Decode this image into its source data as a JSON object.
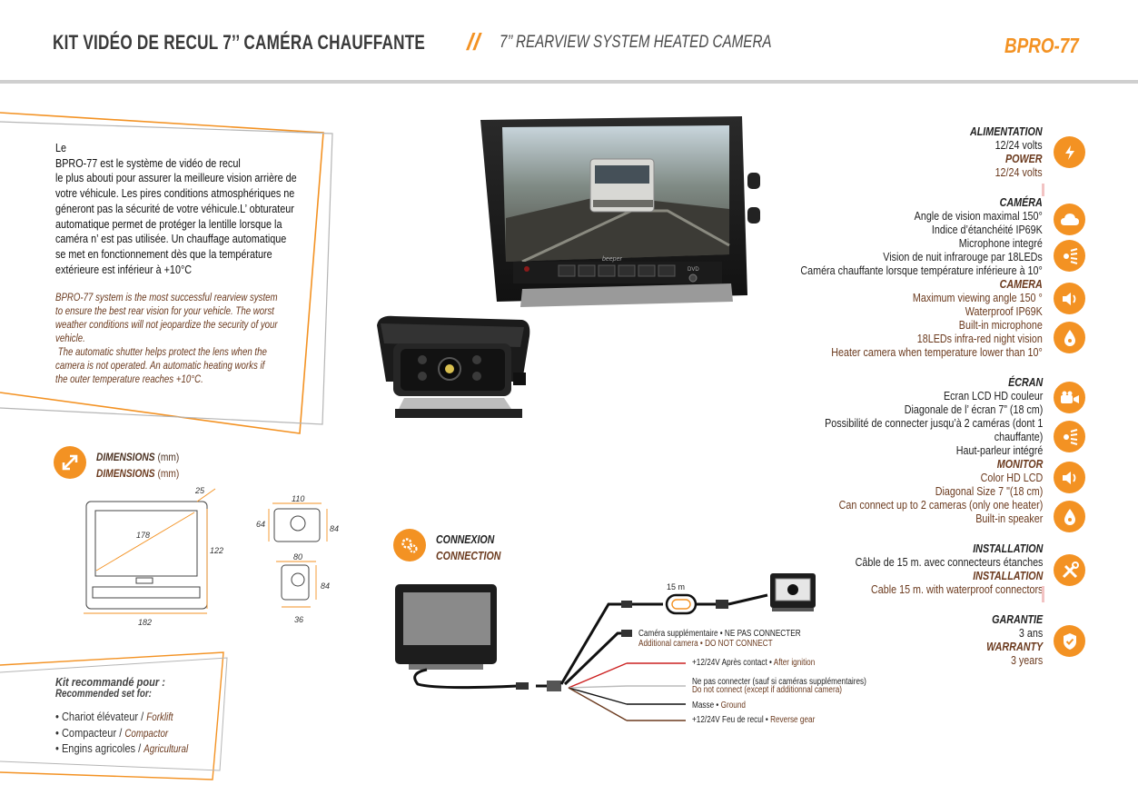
{
  "header": {
    "title_fr": "KIT VIDÉO DE RECUL 7’’ CAMÉRA CHAUFFANTE",
    "separator": "//",
    "title_en": "7’’ REARVIEW SYSTEM HEATED CAMERA",
    "ref": "BPRO-77"
  },
  "colors": {
    "accent": "#F39223",
    "brown": "#6B3A1E",
    "text": "#222222",
    "grey": "#4A4A4A",
    "rule": "#C8C8C8"
  },
  "intro": {
    "fr_lines": [
      "Le",
      "BPRO-77 est le système de vidéo de recul",
      "le plus abouti pour assurer la meilleure vision arrière de",
      "votre véhicule. Les pires conditions atmosphériques ne",
      "géneront pas la sécurité de votre véhicule.L’ obturateur",
      "automatique permet de protéger la lentille lorsque la",
      "caméra n’ est pas utilisée. Un chauffage automatique",
      "se met en fonctionnement dès que la température",
      "extérieure est inférieur à +10°C"
    ],
    "en_lines": [
      "BPRO-77 system is the most successful rearview system",
      "to ensure the best rear vision for your vehicle. The worst",
      "weather conditions will not jeopardize the security of your",
      "vehicle.",
      " The automatic shutter helps protect the lens when the",
      "camera is not operated. An automatic heating works if",
      "the outer temperature reaches +10°C."
    ]
  },
  "dimensions": {
    "title": "DIMENSIONS",
    "unit": "(mm)",
    "title_en": "DIMENSIONS",
    "unit_en": "(mm)",
    "monitor": {
      "depth": "25",
      "diag": "178",
      "height": "122",
      "width": "182"
    },
    "cam_top": {
      "width": "110",
      "height": "64",
      "height2": "84"
    },
    "cam_side": {
      "width": "80",
      "height": "84",
      "bottom": "36"
    }
  },
  "recommended": {
    "title_fr": "Kit recommandé pour :",
    "title_en": "Recommended set for:",
    "items": [
      {
        "fr": "• Chariot élévateur / ",
        "en": "Forklift"
      },
      {
        "fr": "• Compacteur / ",
        "en": "Compactor"
      },
      {
        "fr": "• Engins agricoles / ",
        "en": "Agricultural"
      }
    ]
  },
  "connection": {
    "title_fr": "CONNEXION",
    "title_en": "CONNECTION",
    "cable": "15 m",
    "labels": {
      "additional_fr": "Caméra supplémentaire • NE PAS CONNECTER",
      "additional_en": "Additional camera • DO NOT CONNECT",
      "ignition_fr": "+12/24V Après contact • ",
      "ignition_en": "After ignition",
      "nc_fr": "Ne pas connecter (sauf si caméras supplémentaires)",
      "nc_en": "Do not connect (except if additionnal camera)",
      "ground_fr": "Masse • ",
      "ground_en": "Ground",
      "reverse_fr": "+12/24V Feu de recul • ",
      "reverse_en": "Reverse gear"
    }
  },
  "monitor_brand": "beeper",
  "dvd_label": "DVD",
  "specs": {
    "power": {
      "title_fr": "ALIMENTATION",
      "fr": [
        "12/24 volts"
      ],
      "title_en": "POWER",
      "en": [
        "12/24 volts"
      ]
    },
    "camera": {
      "title_fr": "CAMÉRA",
      "fr": [
        "Angle de vision maximal 150°",
        "Indice d’étanchéité IP69K",
        "Microphone integré",
        "Vision de nuit infrarouge par 18LEDs",
        "Caméra chauffante lorsque température inférieure à 10°"
      ],
      "title_en": "CAMERA",
      "en": [
        "Maximum viewing angle 150 °",
        "Waterproof IP69K",
        "Built-in microphone",
        "18LEDs infra-red night vision",
        "Heater camera when temperature lower than 10°"
      ]
    },
    "screen": {
      "title_fr": "ÉCRAN",
      "fr": [
        "Ecran LCD HD couleur",
        "Diagonale de l’ écran 7” (18 cm)",
        "Possibilité de connecter jusqu’à 2 caméras (dont 1",
        "chauffante)",
        "Haut-parleur intégré"
      ],
      "title_en": "MONITOR",
      "en": [
        "Color HD LCD",
        "Diagonal Size 7 \"(18 cm)",
        "Can connect up to 2 cameras (only one heater)",
        "Built-in speaker"
      ]
    },
    "install": {
      "title_fr": "INSTALLATION",
      "fr": [
        "Câble de 15 m. avec connecteurs étanches"
      ],
      "title_en": "INSTALLATION",
      "en": [
        "Cable 15 m. with waterproof connectors"
      ]
    },
    "warranty": {
      "title_fr": "GARANTIE",
      "fr": [
        "3 ans"
      ],
      "title_en": "WARRANTY",
      "en": [
        "3 years"
      ]
    }
  }
}
